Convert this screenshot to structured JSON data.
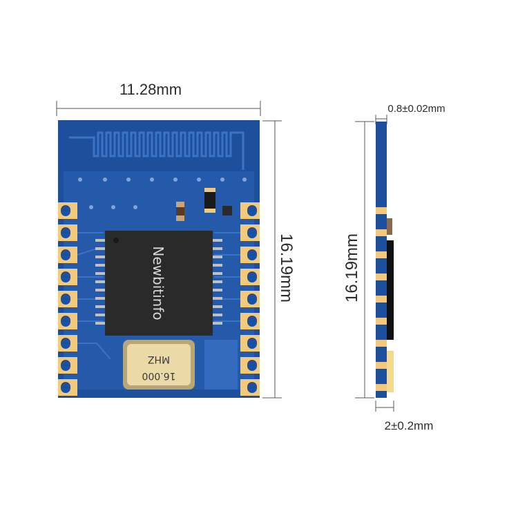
{
  "colors": {
    "pcb": "#1e4f9c",
    "pcb_light": "#2c63b7",
    "pad": "#f3c97c",
    "chip": "#2a2a2a",
    "chip_text": "#d8d8d8",
    "crystal": "#ecd9a8",
    "dim_line": "#555555",
    "dim_text": "#2b2b2b"
  },
  "dimensions": {
    "width_label": "11.28mm",
    "height_label_front": "16.19mm",
    "height_label_side": "16.19mm",
    "thickness_label": "0.8±0.02mm",
    "side_depth_label": "2±0.2mm"
  },
  "chip": {
    "marking": "Newbitinfo"
  },
  "crystal": {
    "line1": "16.000",
    "line2": "MHZ"
  }
}
